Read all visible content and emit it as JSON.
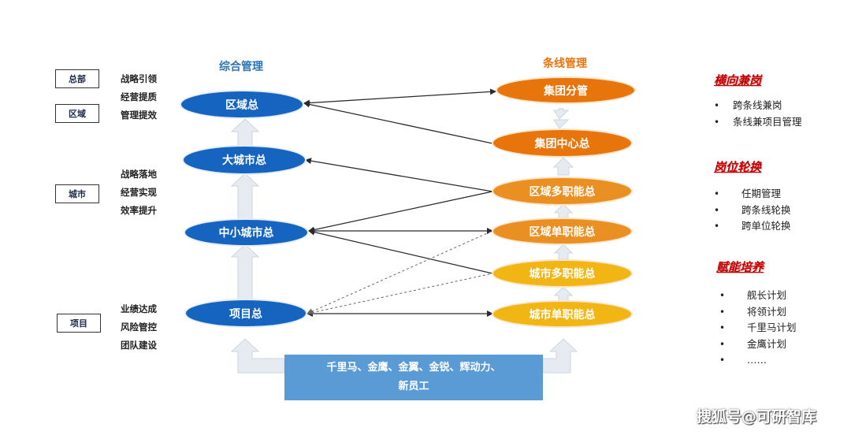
{
  "levels": {
    "hq": "总部",
    "region": "区域",
    "city": "城市",
    "project": "项目"
  },
  "descriptions": {
    "top": [
      "战略引领",
      "经营提质",
      "管理提效"
    ],
    "city": [
      "战略落地",
      "经营实现",
      "效率提升"
    ],
    "project": [
      "业绩达成",
      "风险管控",
      "团队建设"
    ]
  },
  "columns": {
    "left_title": "综合管理",
    "right_title": "条线管理"
  },
  "left_nodes": {
    "region_head": "区域总",
    "large_city_head": "大城市总",
    "small_city_head": "中小城市总",
    "project_head": "项目总"
  },
  "right_nodes": {
    "group_manager": "集团分管",
    "group_center": "集团中心总",
    "region_multi": "区域多职能总",
    "region_single": "区域单职能总",
    "city_multi": "城市多职能总",
    "city_single": "城市单职能总"
  },
  "bottom_box": {
    "line1": "千里马、金鹰、金翼、金锐、辉动力、",
    "line2": "新员工"
  },
  "side_sections": {
    "cross_post": {
      "title": "横向兼岗",
      "items": [
        "跨条线兼岗",
        "条线兼项目管理"
      ]
    },
    "rotation": {
      "title": "岗位轮换",
      "items": [
        "任期管理",
        "跨条线轮换",
        "跨单位轮换"
      ]
    },
    "empowerment": {
      "title": "赋能培养",
      "items": [
        "舰长计划",
        "将领计划",
        "千里马计划",
        "金鹰计划",
        "……"
      ]
    }
  },
  "bullet_char": "•",
  "watermark": "搜狐号@可研智库",
  "colors": {
    "blue_node": "#1565c0",
    "orange_dark": "#e8740c",
    "orange_mid": "#ea9022",
    "yellow": "#f2b614",
    "bottom_box": "#5b9bd5",
    "side_title": "#c00000"
  }
}
